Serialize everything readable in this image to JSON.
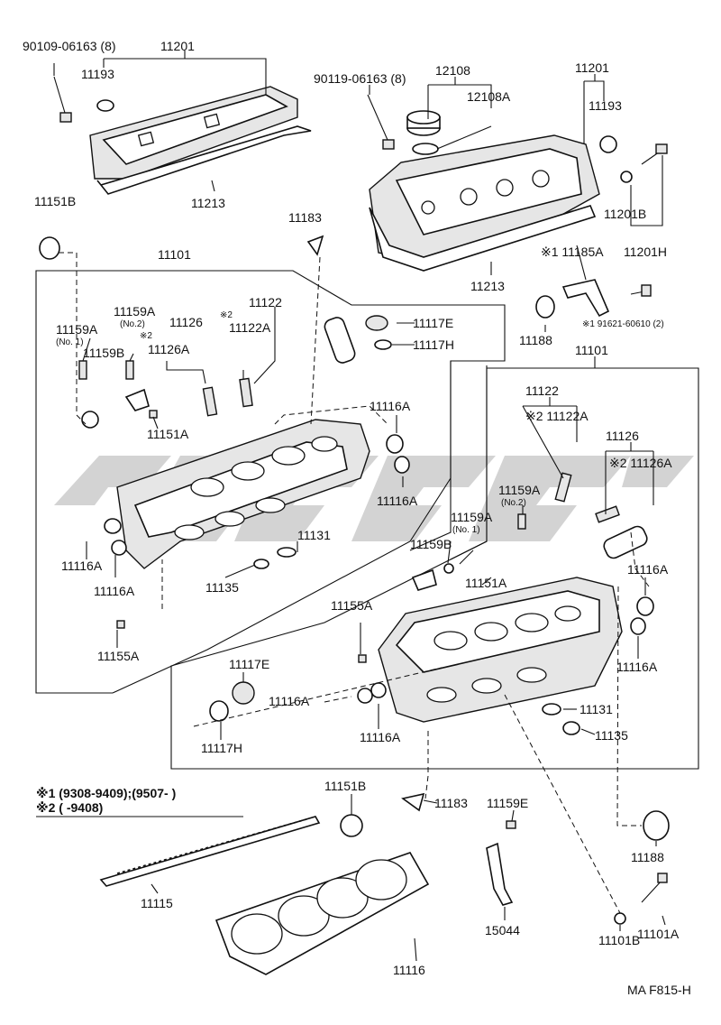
{
  "watermark_color": "#bdbdbd",
  "line_color": "#111111",
  "labels": {
    "b90109": "90109-06163 (8)",
    "p11201_left": "11201",
    "p11193_left": "11193",
    "p11213_left": "11213",
    "p11151B_top": "11151B",
    "p11183_top": "11183",
    "p11101_left": "11101",
    "p11159A_no2_left": "11159A",
    "no2_left": "(No.2)",
    "p11159A_no1_left": "11159A",
    "no1_left": "(No. 1)",
    "star2_a": "※2",
    "p11159B_left": "11159B",
    "p11126_left": "11126",
    "p11126A_left": "11126A",
    "star2_b": "※2",
    "p11122_left": "11122",
    "p11122A_left": "11122A",
    "p11117E_top": "11117E",
    "p11117H_top": "11117H",
    "p11151A_left": "11151A",
    "p11116A_mid1": "11116A",
    "p11116A_mid2": "11116A",
    "p11116A_left1": "11116A",
    "p11116A_left2": "11116A",
    "p11131_left": "11131",
    "p11135_left": "11135",
    "p11155A_left": "11155A",
    "b90119": "90119-06163 (8)",
    "p12108": "12108",
    "p12108A": "12108A",
    "p11201_right": "11201",
    "p11193_right": "11193",
    "p11201B_right": "11201B",
    "p11185A": "※1 11185A",
    "p11201H": "11201H",
    "p11213_right": "11213",
    "p91621": "※1 91621-60610 (2)",
    "p11188_top": "11188",
    "p11101_right": "11101",
    "p11122_right": "11122",
    "p11122A_right": "※2 11122A",
    "p11126_right": "11126",
    "p11126A_right": "※2 11126A",
    "p11159A_no2_right": "11159A",
    "no2_right": "(No.2)",
    "p11159A_no1_right": "11159A",
    "no1_right": "(No. 1)",
    "p11159B_right": "11159B",
    "p11151A_right": "11151A",
    "p11116A_right1": "11116A",
    "p11116A_right2": "11116A",
    "p11155A_right": "11155A",
    "p11117E_bottom": "11117E",
    "p11116A_bottom1": "11116A",
    "p11116A_bottom2": "11116A",
    "p11117H_bottom": "11117H",
    "p11131_right": "11131",
    "p11135_right": "11135",
    "note1": "※1 (9308-9409);(9507-        )",
    "note2": "※2 (        -9408)",
    "p11151B_bottom": "11151B",
    "p11183_bottom": "11183",
    "p11159E": "11159E",
    "p11188_bottom": "11188",
    "p11115": "11115",
    "p15044": "15044",
    "p11101A": "11101A",
    "p11116": "11116",
    "p11101B": "11101B",
    "figure_code": "MA F815-H"
  }
}
